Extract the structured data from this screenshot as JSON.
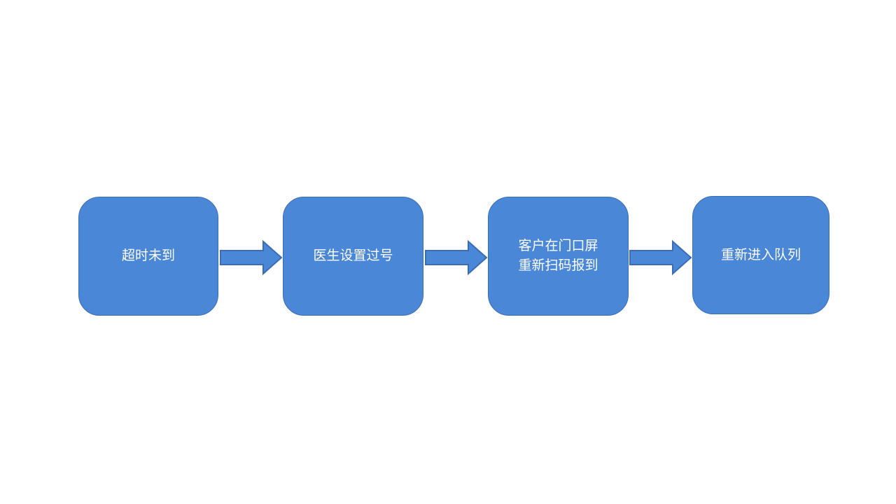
{
  "diagram": {
    "type": "flowchart",
    "direction": "left-to-right",
    "steps": [
      {
        "label": "超时未到"
      },
      {
        "label": "医生设置过号"
      },
      {
        "label": "客户在门口屏\n重新扫码报到"
      },
      {
        "label": "重新进入队列"
      }
    ],
    "connector_shape": "right-arrow",
    "connector_count": 3
  },
  "colors": {
    "canvas_bg": "#ffffff",
    "shape_fill": "#4b87d7",
    "shape_border": "#3a6db5",
    "text_color": "#ffffff"
  }
}
